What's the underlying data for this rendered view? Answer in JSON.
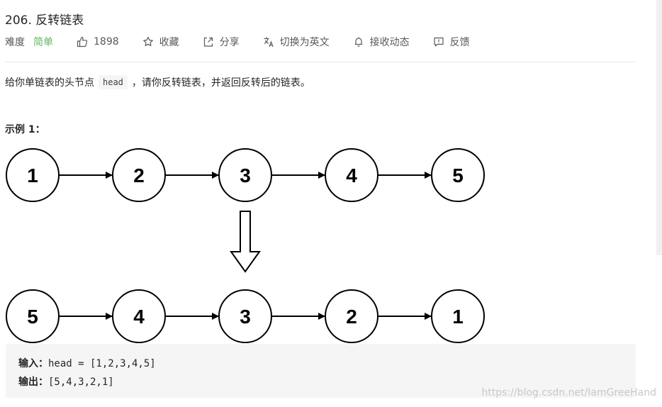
{
  "problem": {
    "title": "206. 反转链表",
    "difficulty_label": "难度",
    "difficulty": "简单",
    "likes": "1898",
    "actions": {
      "favorite": "收藏",
      "share": "分享",
      "toggle_lang": "切换为英文",
      "subscribe": "接收动态",
      "feedback": "反馈"
    },
    "description": {
      "before": "给你单链表的头节点",
      "code": "head",
      "after": "，请你反转链表，并返回反转后的链表。"
    },
    "example_title": "示例 1：",
    "diagram": {
      "top_nodes": [
        "1",
        "2",
        "3",
        "4",
        "5"
      ],
      "bottom_nodes": [
        "5",
        "4",
        "3",
        "2",
        "1"
      ]
    },
    "io": {
      "input_label": "输入：",
      "input_value": "head = [1,2,3,4,5]",
      "output_label": "输出：",
      "output_value": "[5,4,3,2,1]"
    }
  },
  "watermark": "https://blog.csdn.net/IamGreeHand"
}
